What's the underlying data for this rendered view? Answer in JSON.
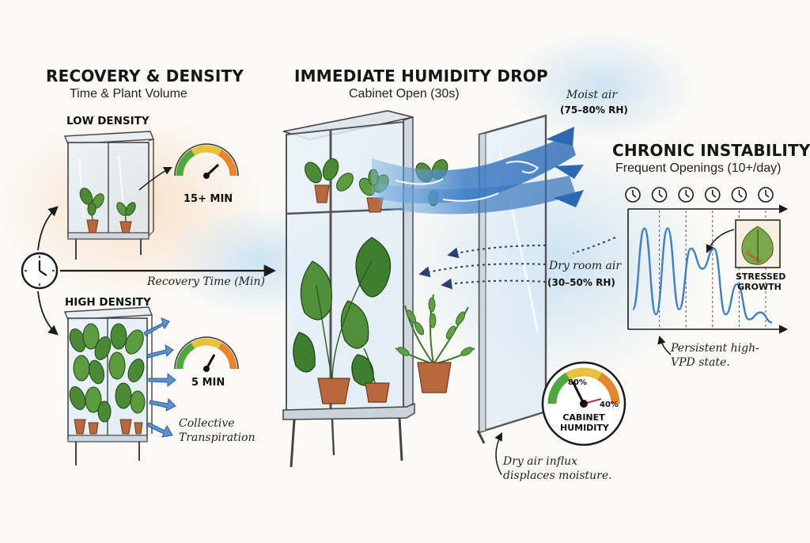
{
  "recovery": {
    "title": "RECOVERY & DENSITY",
    "subtitle": "Time & Plant Volume",
    "low_density_label": "LOW DENSITY",
    "low_density_time": "15+ MIN",
    "high_density_label": "HIGH DENSITY",
    "high_density_time": "5 MIN",
    "recovery_axis_label": "Recovery Time (Min)",
    "transpiration_note": "Collective\nTranspiration"
  },
  "immediate": {
    "title": "IMMEDIATE HUMIDITY DROP",
    "subtitle": "Cabinet Open (30s)",
    "moist_air_label": "Moist air",
    "moist_air_rh": "(75–80% RH)",
    "dry_air_label": "Dry room air",
    "dry_air_rh": "(30–50% RH)",
    "gauge_high": "80%",
    "gauge_low": "40%",
    "gauge_title": "CABINET\nHUMIDITY",
    "influx_note": "Dry air influx\ndisplaces moisture."
  },
  "chronic": {
    "title": "CHRONIC INSTABILITY",
    "subtitle": "Frequent Openings (10+/day)",
    "stressed_label": "STRESSED\nGROWTH",
    "persistent_note": "Persistent high-\nVPD state."
  },
  "colors": {
    "air_blue": "#3f7fc6",
    "light_blue": "#a9cdea",
    "gauge_green": "#4fa83d",
    "gauge_yellow": "#e9c23b",
    "gauge_orange": "#e8862f",
    "leaf_green": "#3e7f2f",
    "pot_terracotta": "#b9683c"
  },
  "chart_data": {
    "type": "line",
    "series": [
      {
        "values": [
          0.15,
          0.95,
          0.1,
          0.95,
          0.15,
          0.75,
          0.55,
          0.75,
          0.1,
          0.4,
          0.05,
          0.12,
          0.02
        ]
      }
    ],
    "markers": [
      "clock",
      "clock",
      "clock",
      "clock",
      "clock",
      "clock"
    ],
    "xlabel": "",
    "ylabel": ""
  }
}
